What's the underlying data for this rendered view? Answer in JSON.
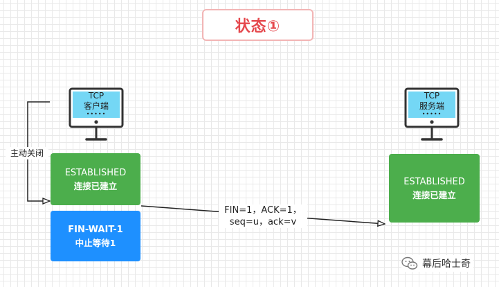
{
  "title": "状态①",
  "client": {
    "line1": "TCP",
    "line2": "客户端",
    "dots": "•••••"
  },
  "server": {
    "line1": "TCP",
    "line2": "服务端",
    "dots": "•••••"
  },
  "side_label": "主动关闭",
  "client_state_1": {
    "line1": "ESTABLISHED",
    "line2": "连接已建立"
  },
  "client_state_2": {
    "line1": "FIN-WAIT-1",
    "line2": "中止等待1"
  },
  "server_state": {
    "line1": "ESTABLISHED",
    "line2": "连接已建立"
  },
  "message": {
    "line1": "FIN=1，ACK=1，",
    "line2": "seq=u，ack=v"
  },
  "watermark": "幕后哈士奇",
  "colors": {
    "title": "#e5484d",
    "established": "#4cae4c",
    "fin_wait": "#1e90ff",
    "screen": "#74d7f5"
  }
}
